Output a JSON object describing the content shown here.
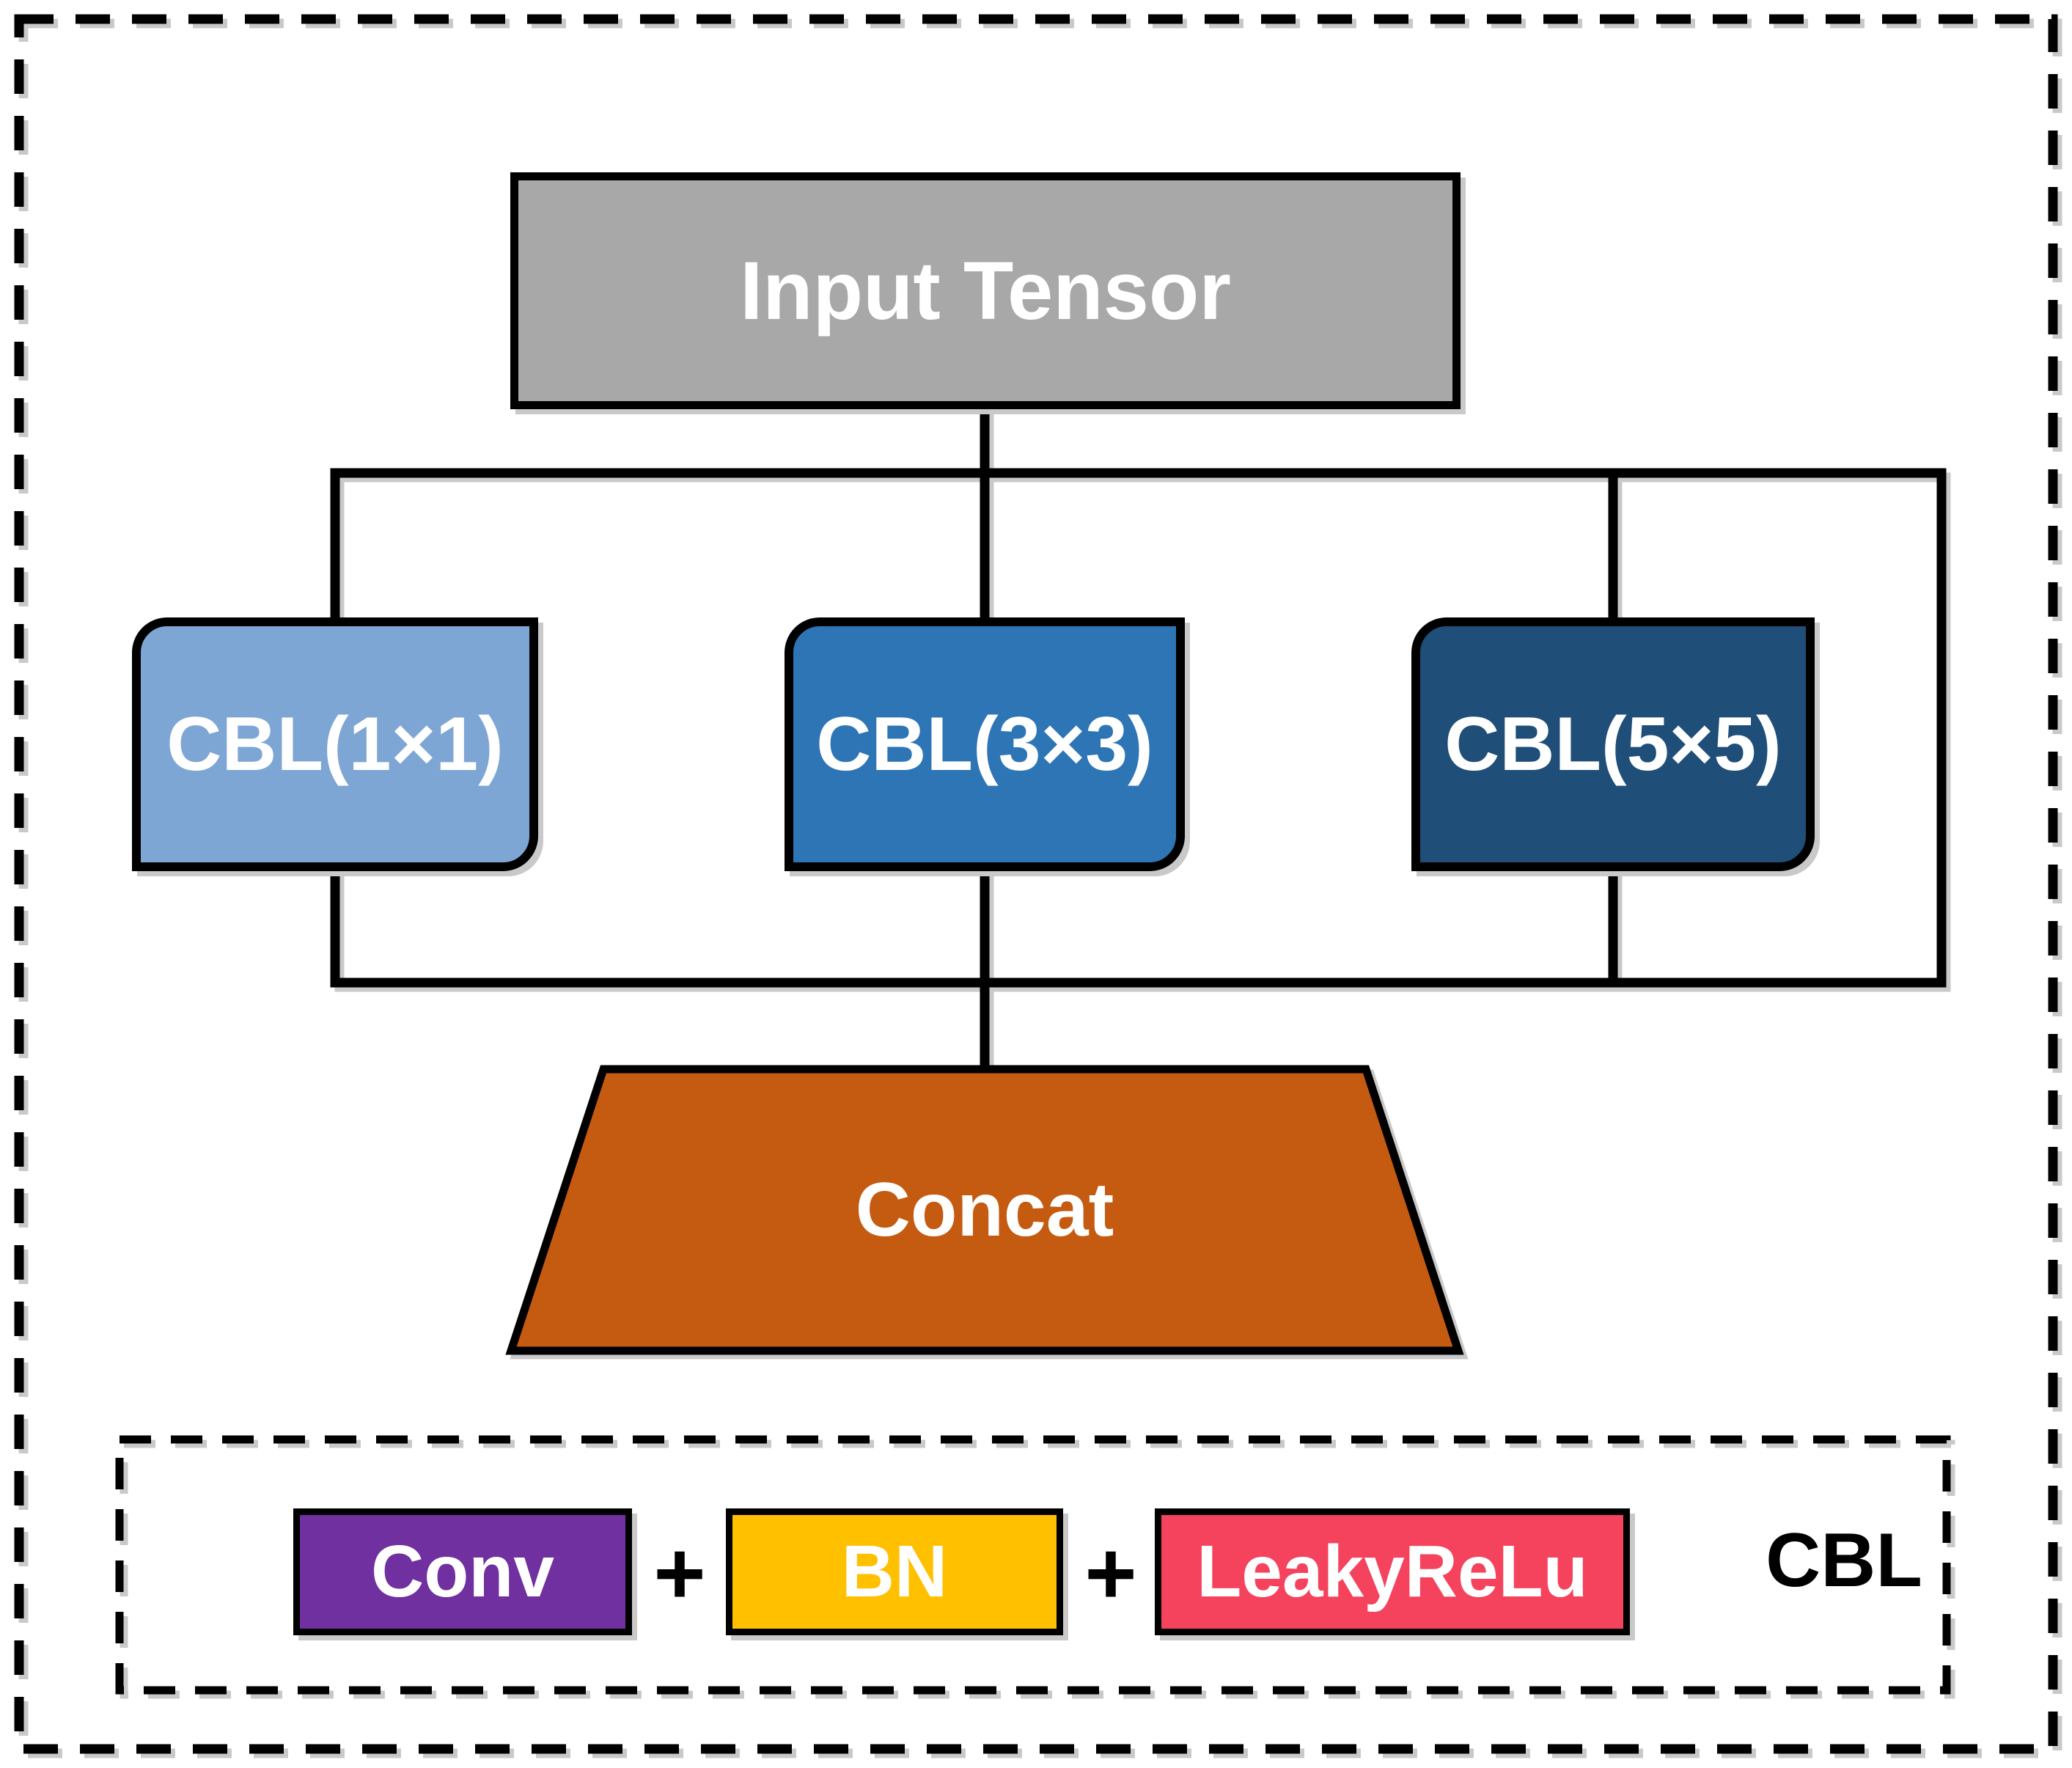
{
  "figure": {
    "input": {
      "label": "Input Tensor",
      "color": "#A8A8A8"
    },
    "branches": [
      {
        "label": "CBL(1×1)",
        "color": "#7EA6D4"
      },
      {
        "label": "CBL(3×3)",
        "color": "#2E75B6"
      },
      {
        "label": "CBL(5×5)",
        "color": "#1F4E79"
      }
    ],
    "concat": {
      "label": "Concat",
      "color": "#C55A11"
    },
    "legend": {
      "items": [
        {
          "label": "Conv",
          "color": "#7030A0"
        },
        {
          "label": "BN",
          "color": "#FFC000"
        },
        {
          "label": "LeakyReLu",
          "color": "#F5425D"
        }
      ],
      "plus": "+",
      "title": "CBL"
    },
    "line_color": "#000000"
  }
}
